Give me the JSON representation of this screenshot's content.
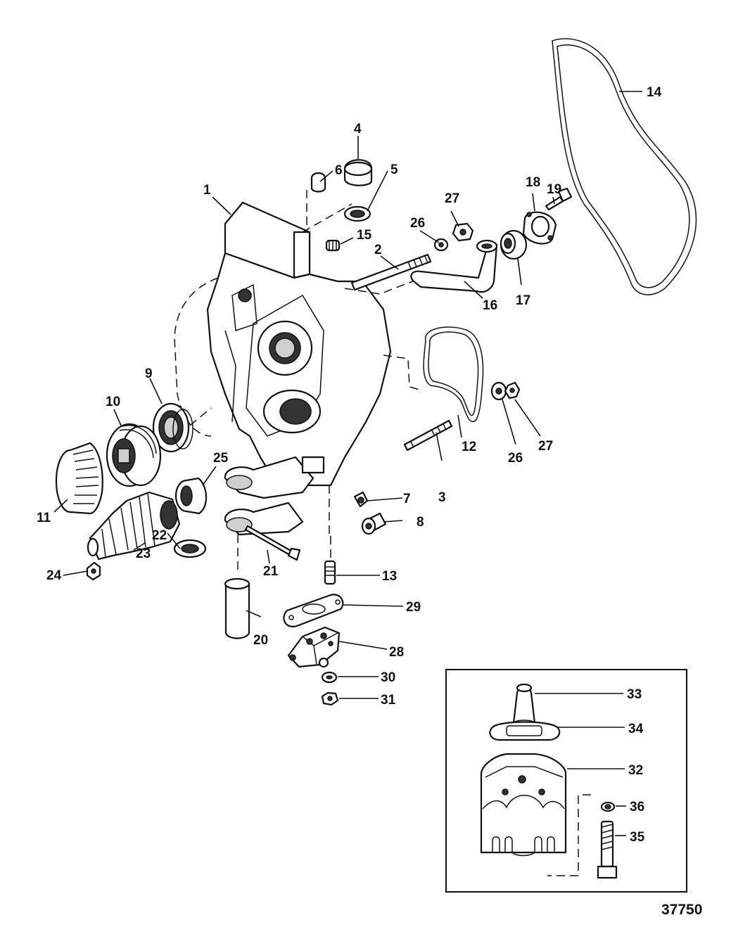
{
  "figure_number": "37750",
  "callouts": {
    "c1": "1",
    "c2": "2",
    "c3": "3",
    "c4": "4",
    "c5": "5",
    "c6": "6",
    "c7": "7",
    "c8": "8",
    "c9": "9",
    "c10": "10",
    "c11": "11",
    "c12": "12",
    "c13": "13",
    "c14": "14",
    "c15": "15",
    "c16": "16",
    "c17": "17",
    "c18": "18",
    "c19": "19",
    "c20": "20",
    "c21": "21",
    "c22": "22",
    "c23": "23",
    "c24": "24",
    "c25": "25",
    "c26a": "26",
    "c26b": "26",
    "c27a": "27",
    "c27b": "27",
    "c28": "28",
    "c29": "29",
    "c30": "30",
    "c31": "31",
    "c32": "32",
    "c33": "33",
    "c34": "34",
    "c35": "35",
    "c36": "36"
  }
}
